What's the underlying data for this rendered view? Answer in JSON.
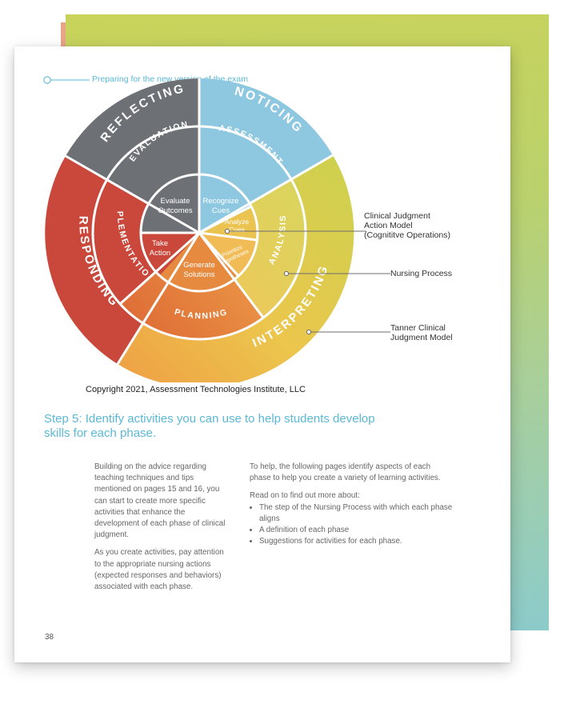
{
  "header": {
    "text": "Preparing for the new version of the exam"
  },
  "diagram": {
    "outer_ring": [
      "NOTICING",
      "INTERPRETING",
      "RESPONDING",
      "REFLECTING"
    ],
    "middle_ring": [
      "ASSESSMENT",
      "ANALYSIS",
      "PLANNING",
      "IMPLEMENTATION",
      "EVALUATION"
    ],
    "inner_core": {
      "recognize": "Recognize Cues",
      "analyze": "Analyze Cues",
      "prioritize": "Prioritize Hypotheses",
      "generate": "Generate Solutions",
      "take_action": "Take Action",
      "evaluate": "Evaluate Outcomes"
    },
    "callouts": {
      "cjam": "Clinical Judgment\nAction Model\n(Cognititve Operations)",
      "nursing": "Nursing Process",
      "tanner": "Tanner Clinical\nJudgment Model"
    },
    "colors": {
      "noticing": "#8ec8e0",
      "interpreting": "#ecc94f",
      "responding": "#c9473b",
      "reflecting": "#6d7075",
      "planning": "#e58a3e"
    }
  },
  "copyright": "Copyright 2021, Assessment Technologies Institute, LLC",
  "step_title": "Step 5: Identify activities you can use to help students develop skills for each phase.",
  "left_column": {
    "p1": "Building on the advice regarding teaching techniques and tips mentioned on pages 15 and 16, you can start to create more specific activities that enhance the development of each phase of clinical judgment.",
    "p2": "As you create activities, pay attention to the appropriate nursing actions (expected responses and behaviors) associated with each phase."
  },
  "right_column": {
    "p1": "To help, the following pages identify aspects of each phase to help you create a variety of learning activities.",
    "p2": "Read on to find out more about:",
    "bullets": [
      "The step of the Nursing Process with which each phase aligns",
      "A definition of each phase",
      "Suggestions for activities for each phase."
    ]
  },
  "page_number": "38"
}
